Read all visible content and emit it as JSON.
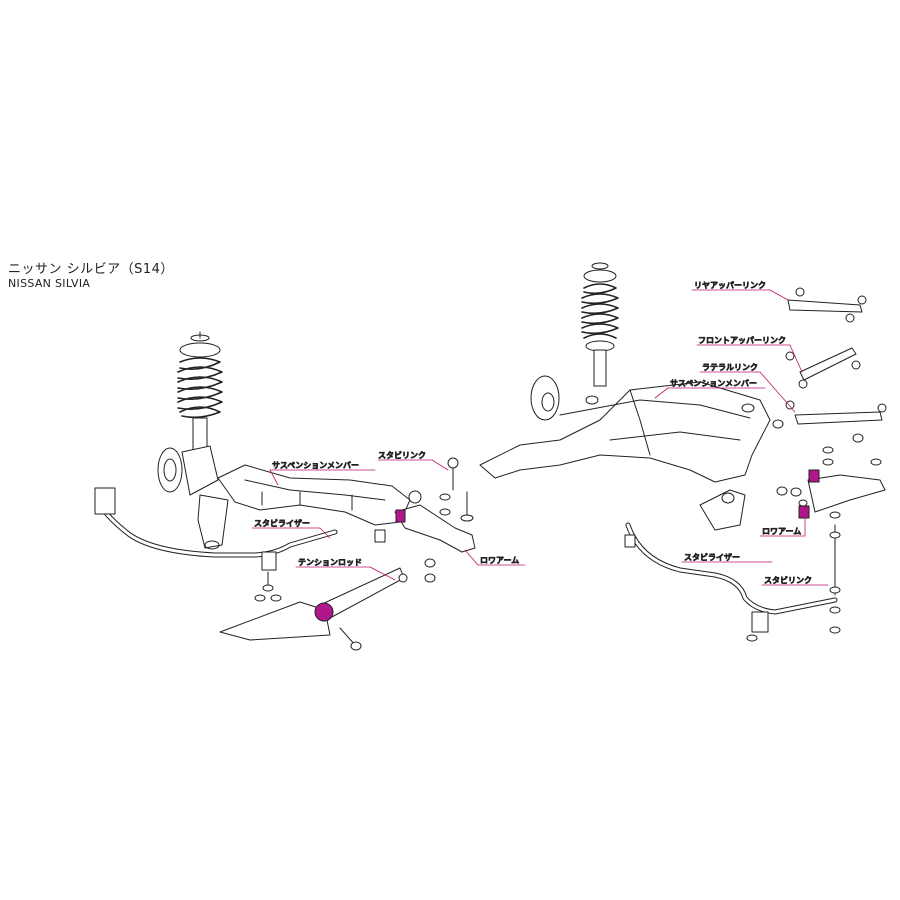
{
  "title": {
    "japanese": "ニッサン シルビア（S14）",
    "english": "NISSAN SILVIA"
  },
  "front_labels": {
    "suspension_member": "サスペンションメンバー",
    "stabi_link": "スタビリンク",
    "stabilizer": "スタビライザー",
    "tension_rod": "テンションロッド",
    "lower_arm": "ロワアーム"
  },
  "rear_labels": {
    "rear_upper_link": "リヤアッパーリンク",
    "front_upper_link": "フロントアッパーリンク",
    "lateral_link": "ラテラルリンク",
    "suspension_member": "サスペンションメンバー",
    "lower_arm": "ロワアーム",
    "stabilizer": "スタビライザー",
    "stabi_link": "スタビリンク"
  },
  "colors": {
    "accent": "#c0166e",
    "bushing": "#b0178a",
    "line": "#222222"
  }
}
